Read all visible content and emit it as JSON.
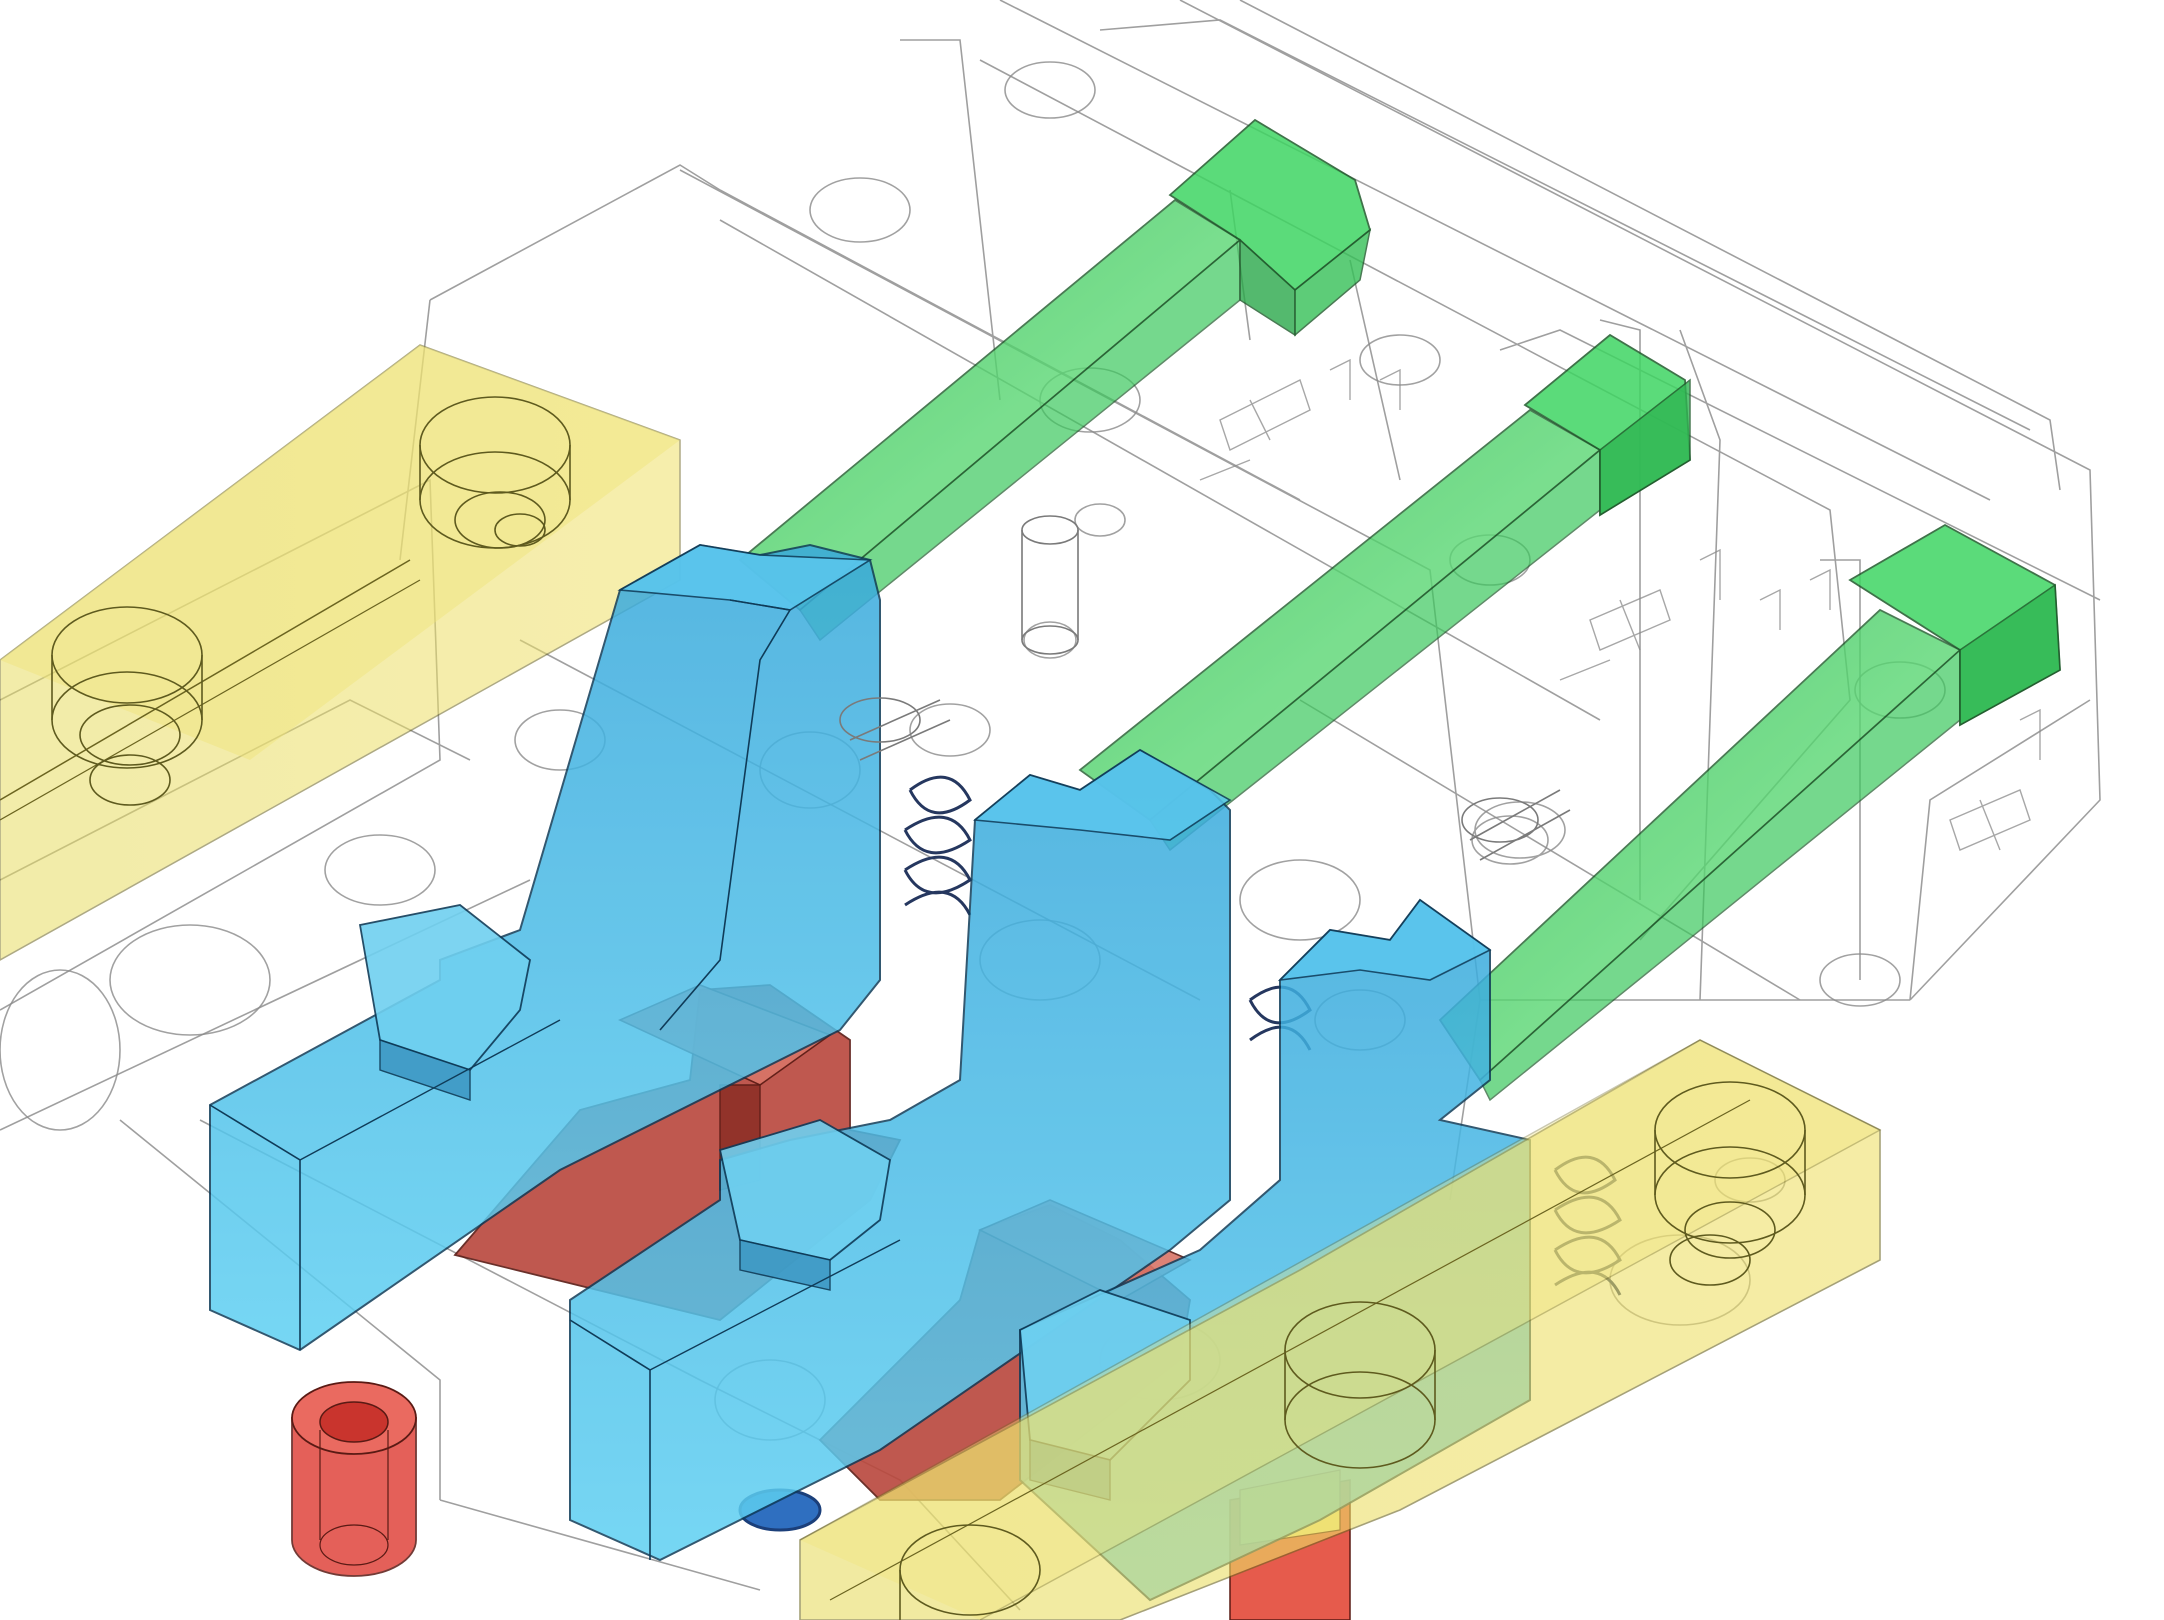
{
  "scene": {
    "background": "#ffffff",
    "wire_color": "#2a2a2a",
    "parts": [
      {
        "name": "housing-wireframe",
        "color": "#9a9a9a"
      },
      {
        "name": "yellow-rail-left",
        "color": "#e8dc55"
      },
      {
        "name": "yellow-rail-right",
        "color": "#ecd94c"
      },
      {
        "name": "green-spring-arm",
        "color": "#44d95f",
        "count": 3
      },
      {
        "name": "blue-clamp-block",
        "color": "#3fb4e2",
        "count": 3
      },
      {
        "name": "red-insert-block",
        "color": "#c9564b",
        "count": 2
      },
      {
        "name": "red-bushing",
        "color": "#e0453d",
        "count": 1
      },
      {
        "name": "dark-coil-spring",
        "color": "#2b3f6b",
        "count": 3
      }
    ]
  }
}
